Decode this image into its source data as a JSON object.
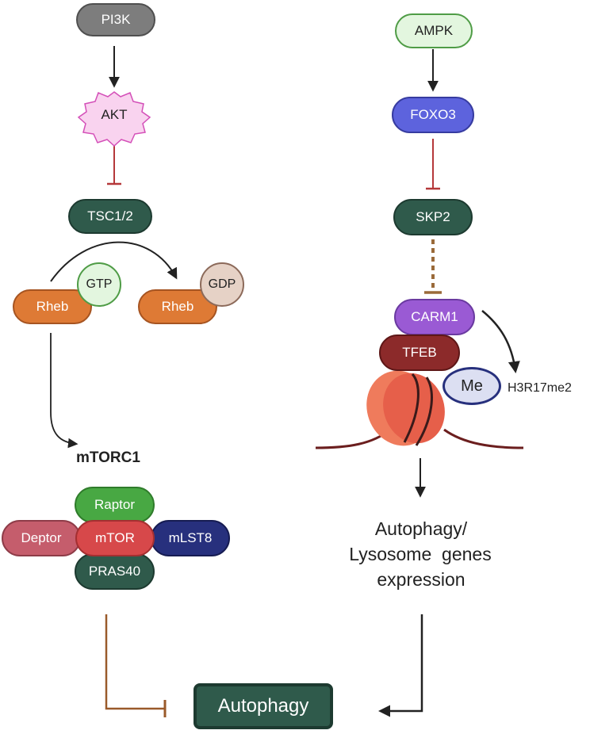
{
  "left_pathway": {
    "pi3k": "PI3K",
    "akt": "AKT",
    "tsc": "TSC1/2",
    "rheb_active": "Rheb",
    "gtp": "GTP",
    "rheb_inactive": "Rheb",
    "gdp": "GDP",
    "mtorc1_title": "mTORC1",
    "complex": {
      "raptor": "Raptor",
      "deptor": "Deptor",
      "mtor": "mTOR",
      "mlst8": "mLST8",
      "pras40": "PRAS40"
    }
  },
  "right_pathway": {
    "ampk": "AMPK",
    "foxo3": "FOXO3",
    "skp2": "SKP2",
    "carm1": "CARM1",
    "tfeb": "TFEB",
    "me": "Me",
    "mark": "H3R17me2",
    "genes_line1": "Autophagy/",
    "genes_line2": "Lysosome  genes",
    "genes_line3": "expression"
  },
  "output": {
    "autophagy": "Autophagy"
  },
  "colors": {
    "pi3k": "#7d7d7d",
    "akt": "#f9d3ef",
    "ampk": "#e3f6df",
    "foxo3": "#5d63dd",
    "dark_node": "#2f5a4b",
    "rheb": "#de7a35",
    "carm1": "#9a5ad4",
    "tfeb": "#8c2a2a",
    "raptor": "#48a843",
    "deptor": "#c55d6c",
    "mtor": "#d7484a",
    "mlst8": "#27307d",
    "nucleosome": "#ef7b5c",
    "inhibition_red": "#b5383a",
    "inhibition_brown": "#9a5a2a"
  }
}
